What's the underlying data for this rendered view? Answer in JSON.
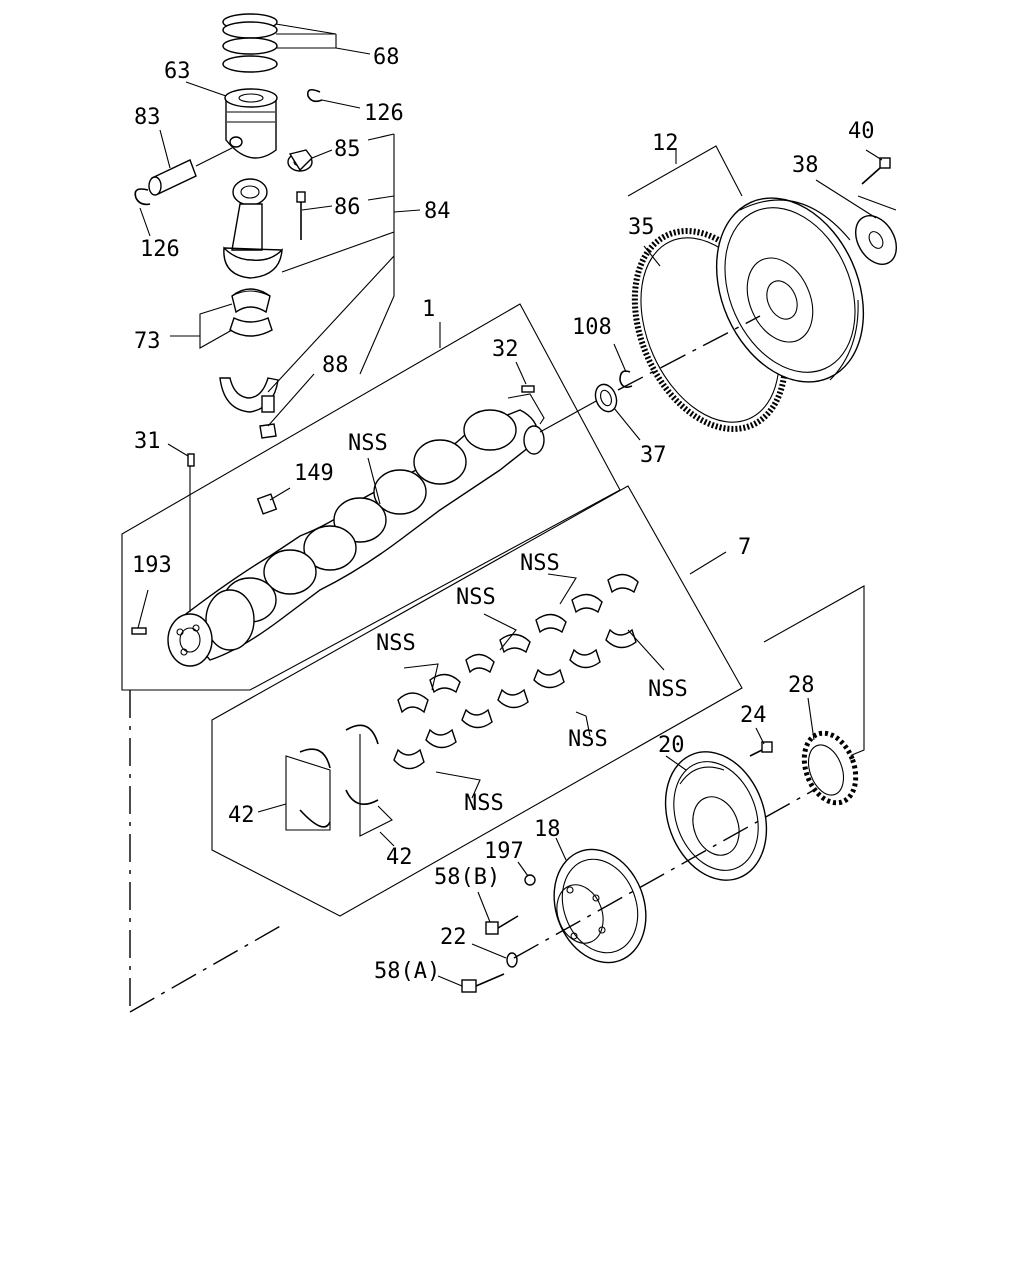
{
  "callouts": {
    "c68": "68",
    "c63": "63",
    "c126a": "126",
    "c83": "83",
    "c85": "85",
    "c126b": "126",
    "c86": "86",
    "c84": "84",
    "c73": "73",
    "c88": "88",
    "c1": "1",
    "c32": "32",
    "c31": "31",
    "c149": "149",
    "c193": "193",
    "cNSS1": "NSS",
    "c12": "12",
    "c40": "40",
    "c38": "38",
    "c35": "35",
    "c108": "108",
    "c37": "37",
    "c7": "7",
    "cNSS2": "NSS",
    "cNSS3": "NSS",
    "cNSS4": "NSS",
    "cNSS5": "NSS",
    "cNSS6": "NSS",
    "cNSS7": "NSS",
    "c42a": "42",
    "c42b": "42",
    "c28": "28",
    "c24": "24",
    "c20": "20",
    "c18": "18",
    "c197": "197",
    "c58b": "58(B)",
    "c22": "22",
    "c58a": "58(A)"
  }
}
